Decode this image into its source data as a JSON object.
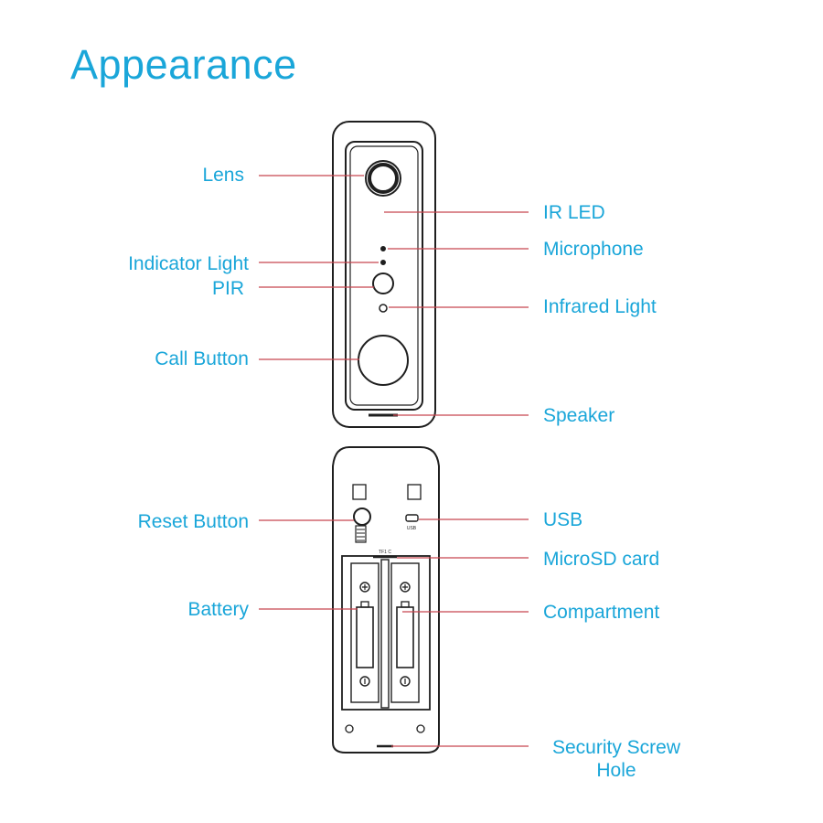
{
  "title": "Appearance",
  "colors": {
    "label": "#1aa6d9",
    "leader": "#c8464f",
    "outline": "#1f1f1f"
  },
  "front_view": {
    "labels": {
      "lens": "Lens",
      "ir_led": "IR LED",
      "microphone": "Microphone",
      "indicator_light": "Indicator Light",
      "pir": "PIR",
      "infrared_light": "Infrared Light",
      "call_button": "Call Button",
      "speaker": "Speaker"
    }
  },
  "back_view": {
    "labels": {
      "reset_button": "Reset Button",
      "usb": "USB",
      "microsd_card": "MicroSD card",
      "battery": "Battery",
      "compartment": "Compartment",
      "security_screw_hole": [
        "Security Screw",
        "Hole"
      ]
    },
    "port_marks": {
      "usb": "USB",
      "sd_slot": "TF1 C"
    }
  }
}
